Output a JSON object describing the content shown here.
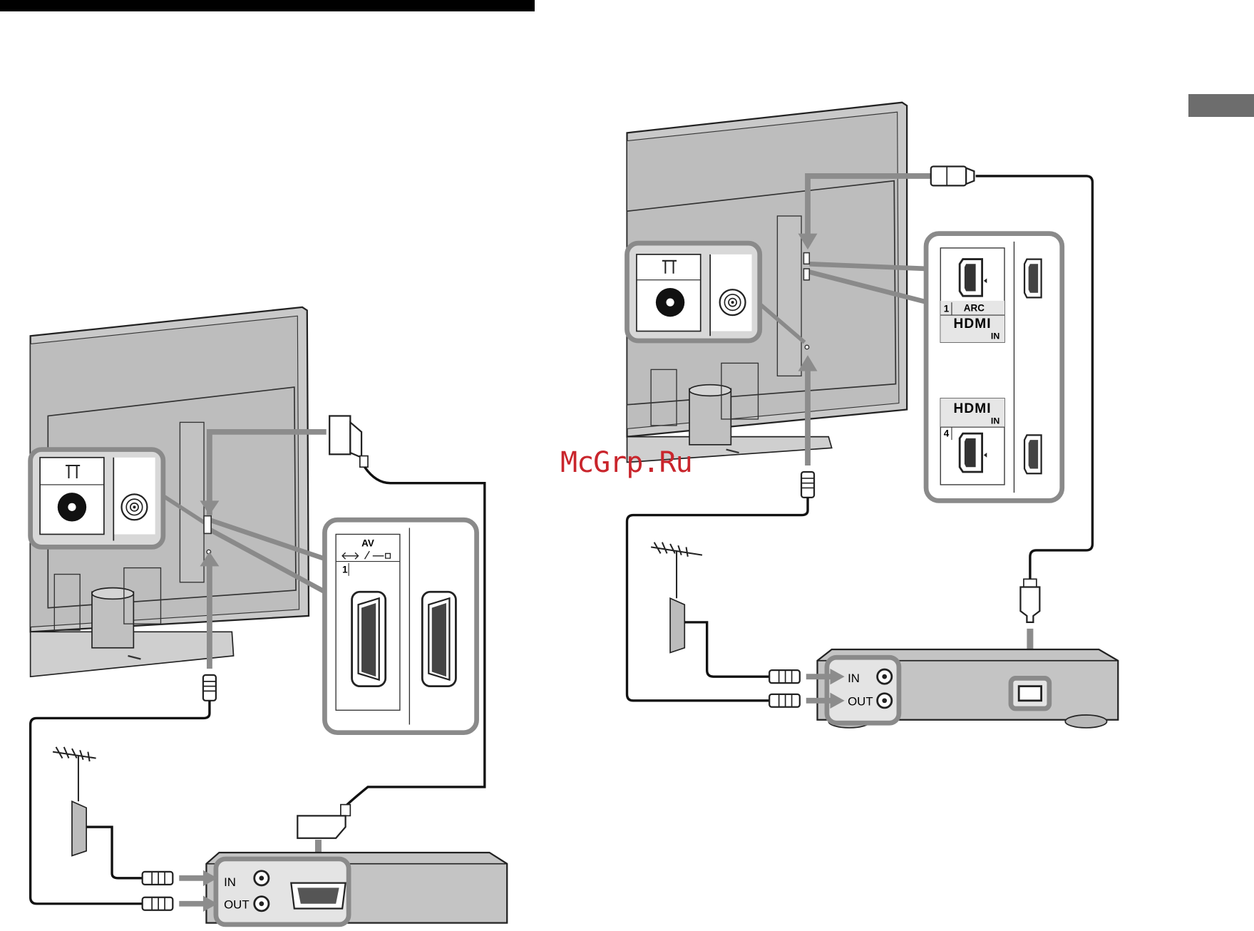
{
  "watermark": "McGrp.Ru",
  "colors": {
    "tv_body": "#c8c8c8",
    "tv_edge": "#222222",
    "highlight_frame": "#8a8a8a",
    "cable": "#111111",
    "arrow": "#8c8c8c",
    "watermark": "#c9252c"
  },
  "left_diagram": {
    "scart_panel": {
      "label": "AV",
      "number": "1"
    },
    "device_ports": {
      "in": "IN",
      "out": "OUT"
    }
  },
  "right_diagram": {
    "hdmi_panel": {
      "port1_number": "1",
      "port1_arc": "ARC",
      "port1_logo": "HDMI",
      "port1_in": "IN",
      "port4_logo": "HDMI",
      "port4_in": "IN",
      "port4_number": "4"
    },
    "device_ports": {
      "in": "IN",
      "out": "OUT"
    }
  }
}
